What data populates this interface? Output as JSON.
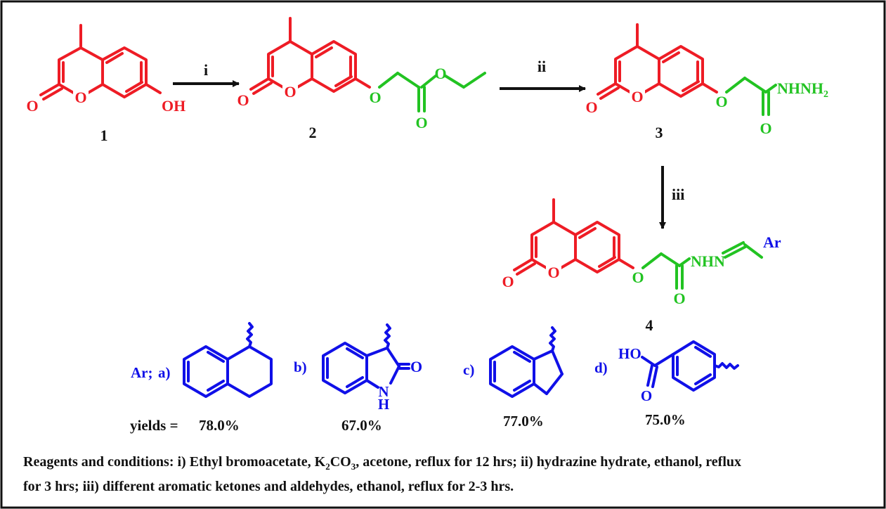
{
  "colors": {
    "coumarin": "#ee1c25",
    "linker": "#22c322",
    "substituent": "#1010e8",
    "text": "#111111"
  },
  "reaction_steps": [
    "i",
    "ii",
    "iii"
  ],
  "compounds": {
    "c1": {
      "number": "1",
      "oh": "OH",
      "o_ring": "O",
      "o_carbonyl": "O"
    },
    "c2": {
      "number": "2",
      "o_ring": "O",
      "o_carbonyl": "O",
      "o_ether": "O",
      "o_ester": "O",
      "o_acyl": "O"
    },
    "c3": {
      "number": "3",
      "o_ring": "O",
      "o_carbonyl": "O",
      "o_ether": "O",
      "o_amide": "O",
      "group_main": "NHNH",
      "group_sub": "2"
    },
    "c4": {
      "number": "4",
      "o_ring": "O",
      "o_carbonyl": "O",
      "o_ether": "O",
      "o_amide": "O",
      "group": "NHN",
      "ar": "Ar"
    }
  },
  "substituents": {
    "lead": "Ar;",
    "a": {
      "label": "a)",
      "yield": "78.0%"
    },
    "b": {
      "label": "b)",
      "yield": "67.0%",
      "o": "O",
      "n": "N",
      "h": "H"
    },
    "c": {
      "label": "c)",
      "yield": "77.0%"
    },
    "d": {
      "label": "d)",
      "yield": "75.0%",
      "ho": "HO",
      "o": "O"
    }
  },
  "yields_label": "yields =",
  "caption": {
    "line1_a": "Reagents and conditions: i) Ethyl bromoacetate,  K",
    "line1_sub1": "2",
    "line1_b": "CO",
    "line1_sub2": "3",
    "line1_c": ", acetone, reflux for 12 hrs; ii) hydrazine hydrate, ethanol, reflux",
    "line2": "for 3 hrs; iii) different aromatic ketones and aldehydes, ethanol, reflux for 2-3 hrs."
  }
}
